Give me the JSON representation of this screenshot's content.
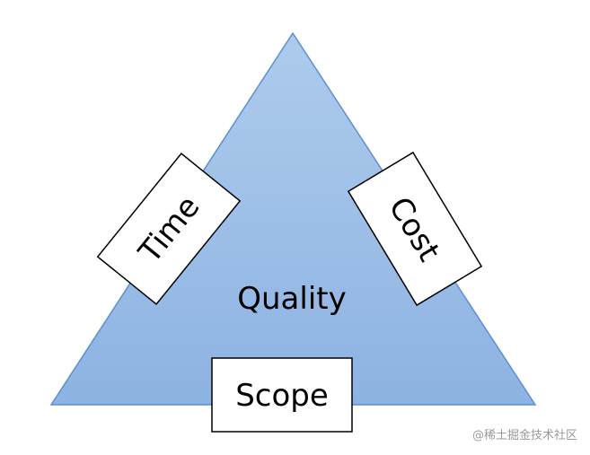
{
  "diagram": {
    "center_label": "Quality",
    "left_label": "Time",
    "right_label": "Cost",
    "bottom_label": "Scope"
  },
  "watermark": "@稀土掘金技术社区",
  "colors": {
    "triangle_fill_top": "#aecbec",
    "triangle_fill_bottom": "#8db3e2",
    "triangle_stroke": "#5b8fd1",
    "box_fill": "#ffffff",
    "box_stroke": "#000000",
    "text": "#000000"
  }
}
